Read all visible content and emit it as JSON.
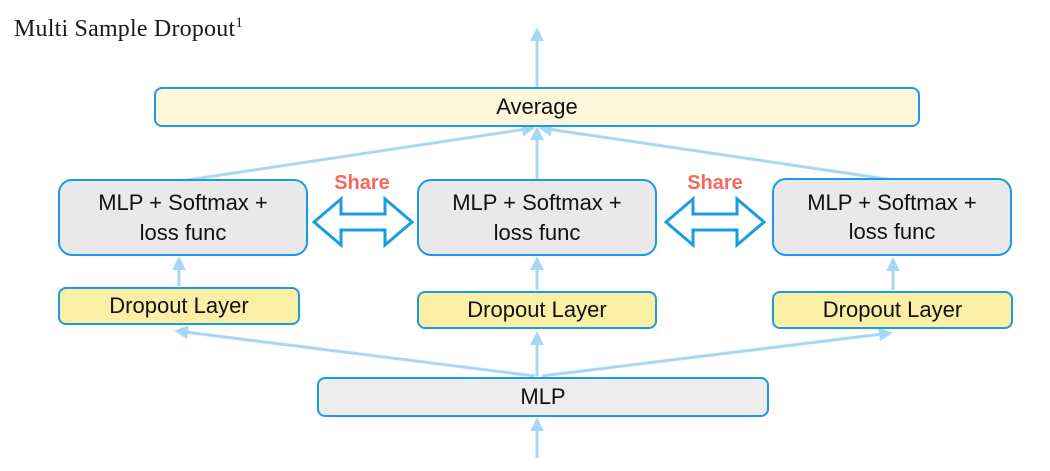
{
  "page": {
    "title": "Multi Sample Dropout",
    "title_superscript": "1"
  },
  "nodes": {
    "average": "Average",
    "classifier": "MLP + Softmax +\nloss func",
    "dropout": "Dropout Layer",
    "mlp": "MLP"
  },
  "labels": {
    "share": "Share"
  },
  "colors": {
    "border_blue": "#1b9ce2",
    "arrow_blue": "#a8d7f5",
    "share_red": "#f4695c",
    "box_yellow": "#faefa5",
    "box_cream": "#fdf8dc",
    "box_gray": "#e9e9e9",
    "mlp_gray": "#ededed",
    "text_dark": "#111111"
  }
}
